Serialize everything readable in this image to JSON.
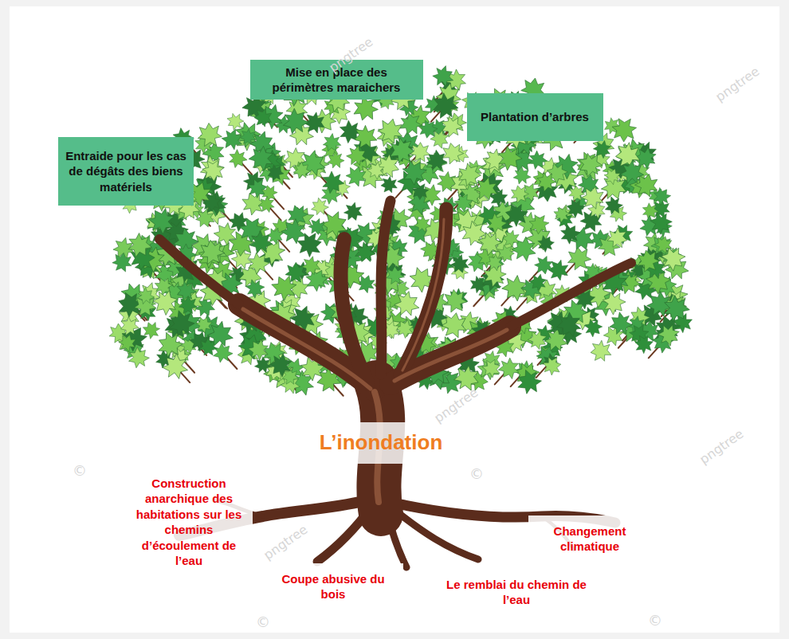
{
  "diagram": {
    "nodes": [
      {
        "text": [
          "Mise en place des périmètres maraichers"
        ]
      },
      {
        "text": [
          "Plantation d’arbres"
        ]
      },
      {
        "text": [
          "Entraide pour les cas de dégâts des biens matériels"
        ]
      },
      {
        "text": [
          "L’inondation"
        ]
      },
      {
        "text": [
          "Construction anarchique des habitations sur les chemins d’écoulement de l’eau"
        ]
      },
      {
        "text": [
          "Changement climatique"
        ]
      },
      {
        "text": [
          "Coupe abusive du bois"
        ]
      },
      {
        "text": [
          "Le remblai du chemin de l’eau"
        ]
      }
    ],
    "labels": [
      "pngtree",
      "pngtree",
      "pngtree",
      "pngtree",
      "pngtree",
      "©",
      "©",
      "©",
      "©"
    ]
  }
}
